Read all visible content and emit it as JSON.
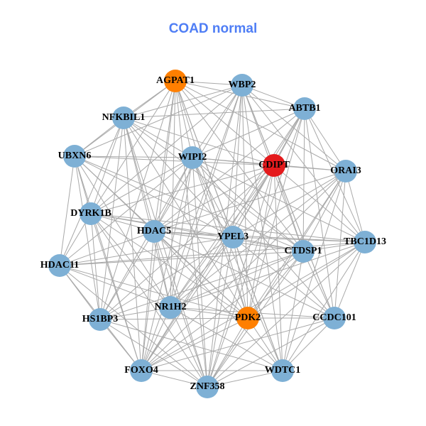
{
  "title": "COAD normal",
  "colors": {
    "title": "#4f7ef5",
    "edge": "#a9a9a9",
    "blue": "#7eb0d5",
    "orange": "#ff7f00",
    "red": "#e41a1c"
  },
  "nodes": [
    {
      "name": "AGPAT1",
      "color": "orange"
    },
    {
      "name": "WBP2",
      "color": "blue"
    },
    {
      "name": "ABTB1",
      "color": "blue"
    },
    {
      "name": "NFKBIL1",
      "color": "blue"
    },
    {
      "name": "CDIPT",
      "color": "red"
    },
    {
      "name": "ORAI3",
      "color": "blue"
    },
    {
      "name": "UBXN6",
      "color": "blue"
    },
    {
      "name": "WIPI2",
      "color": "blue"
    },
    {
      "name": "DYRK1B",
      "color": "blue"
    },
    {
      "name": "HDAC5",
      "color": "blue"
    },
    {
      "name": "YPEL3",
      "color": "blue"
    },
    {
      "name": "TBC1D13",
      "color": "blue"
    },
    {
      "name": "CTDSP1",
      "color": "blue"
    },
    {
      "name": "HDAC11",
      "color": "blue"
    },
    {
      "name": "NR1H2",
      "color": "blue"
    },
    {
      "name": "PDK2",
      "color": "orange"
    },
    {
      "name": "CCDC101",
      "color": "blue"
    },
    {
      "name": "HS1BP3",
      "color": "blue"
    },
    {
      "name": "FOXO4",
      "color": "blue"
    },
    {
      "name": "ZNF358",
      "color": "blue"
    },
    {
      "name": "WDTC1",
      "color": "blue"
    }
  ],
  "adjacency": [
    [
      1,
      2,
      3,
      4,
      5,
      6,
      7,
      8,
      9,
      10,
      12,
      14,
      15,
      17,
      18,
      19,
      20
    ],
    [
      2,
      3,
      4,
      5,
      6,
      7,
      8,
      9,
      10,
      11,
      12,
      14,
      15,
      16,
      18,
      19,
      20
    ],
    [
      3,
      4,
      5,
      7,
      9,
      10,
      11,
      12,
      14,
      15,
      16,
      18,
      19
    ],
    [
      4,
      6,
      7,
      8,
      9,
      10,
      12,
      13,
      14,
      15,
      17,
      18,
      19
    ],
    [
      5,
      6,
      7,
      8,
      9,
      10,
      11,
      12,
      14,
      15,
      16,
      17,
      18,
      19,
      20
    ],
    [
      7,
      9,
      10,
      11,
      12,
      14,
      15,
      16,
      18,
      19,
      20
    ],
    [
      7,
      8,
      9,
      10,
      12,
      13,
      14,
      15,
      17,
      18
    ],
    [
      8,
      9,
      10,
      11,
      12,
      13,
      14,
      15,
      16,
      17,
      18,
      19,
      20
    ],
    [
      9,
      10,
      11,
      12,
      13,
      14,
      15,
      17,
      18,
      19
    ],
    [
      10,
      11,
      12,
      13,
      14,
      15,
      16,
      17,
      18,
      19,
      20
    ],
    [
      11,
      12,
      13,
      14,
      15,
      16,
      17,
      18,
      19,
      20
    ],
    [
      12,
      13,
      14,
      15,
      16,
      18,
      19,
      20
    ],
    [
      13,
      14,
      15,
      16,
      17,
      18,
      19,
      20
    ],
    [
      14,
      15,
      17,
      18,
      19
    ],
    [
      15,
      16,
      17,
      18,
      19,
      20
    ],
    [
      16,
      17,
      18,
      19,
      20
    ],
    [
      18,
      19,
      20
    ],
    [
      18,
      19,
      20
    ],
    [
      19,
      20
    ],
    [
      20
    ],
    []
  ]
}
